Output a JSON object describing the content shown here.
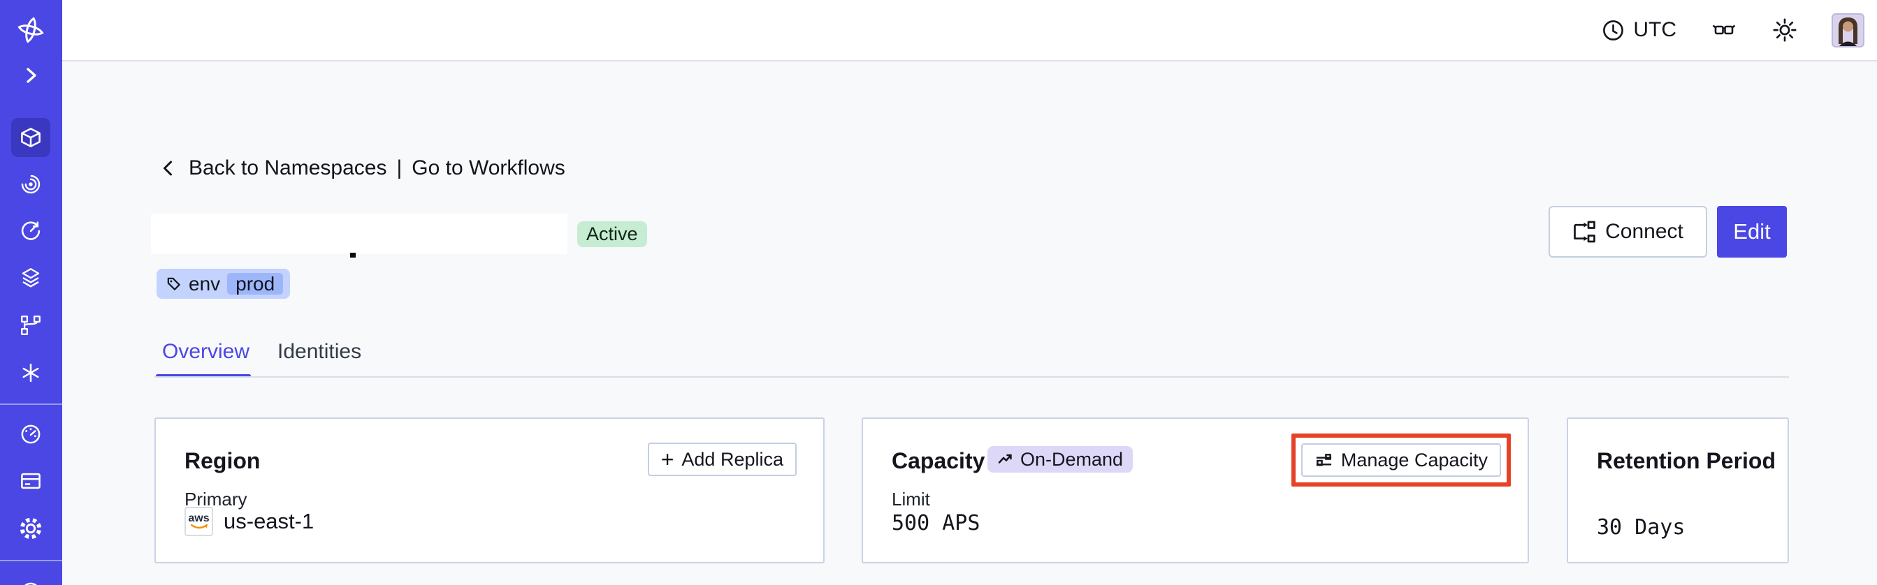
{
  "colors": {
    "accent_indigo": "#4a47e4",
    "sidebar_active": "#3a37c0",
    "page_bg": "#f8f9fb",
    "card_border": "#cad3e4",
    "status_green_bg": "#c6ecd2",
    "tag_blue_bg": "#c3d3fd",
    "tag_blue_inner_bg": "#9db5f9",
    "ondemand_purple_bg": "#ded8f8",
    "highlight_red": "#e64226",
    "aws_orange": "#f29111"
  },
  "sidebar": {
    "icons": [
      "temporal-logo",
      "chevron-right-icon",
      "cube-icon",
      "spiral-icon",
      "history-clock-icon",
      "layers-icon",
      "pipeline-icon",
      "asterisk-icon",
      "gauge-icon",
      "billing-card-icon",
      "gear-icon",
      "help-circle-icon"
    ],
    "active_icon": "cube-icon"
  },
  "topbar": {
    "timezone": "UTC",
    "icons": [
      "clock-icon",
      "glasses-icon",
      "sun-icon",
      "avatar"
    ]
  },
  "breadcrumb": {
    "back_label": "Back to Namespaces",
    "separator": "|",
    "forward_label": "Go to Workflows"
  },
  "namespace": {
    "status_badge": "Active",
    "tag_key": "env",
    "tag_value": "prod"
  },
  "header_actions": {
    "connect_label": "Connect",
    "edit_label": "Edit"
  },
  "tabs": [
    {
      "label": "Overview",
      "active": true
    },
    {
      "label": "Identities",
      "active": false
    }
  ],
  "cards": {
    "region": {
      "title": "Region",
      "plus": "+",
      "add_replica_label": "Add Replica",
      "label": "Primary",
      "provider_label": "aws",
      "value": "us-east-1"
    },
    "capacity": {
      "title": "Capacity",
      "badge_label": "On-Demand",
      "manage_label": "Manage Capacity",
      "label": "Limit",
      "value": "500 APS"
    },
    "retention": {
      "title": "Retention Period",
      "value": "30 Days"
    }
  }
}
